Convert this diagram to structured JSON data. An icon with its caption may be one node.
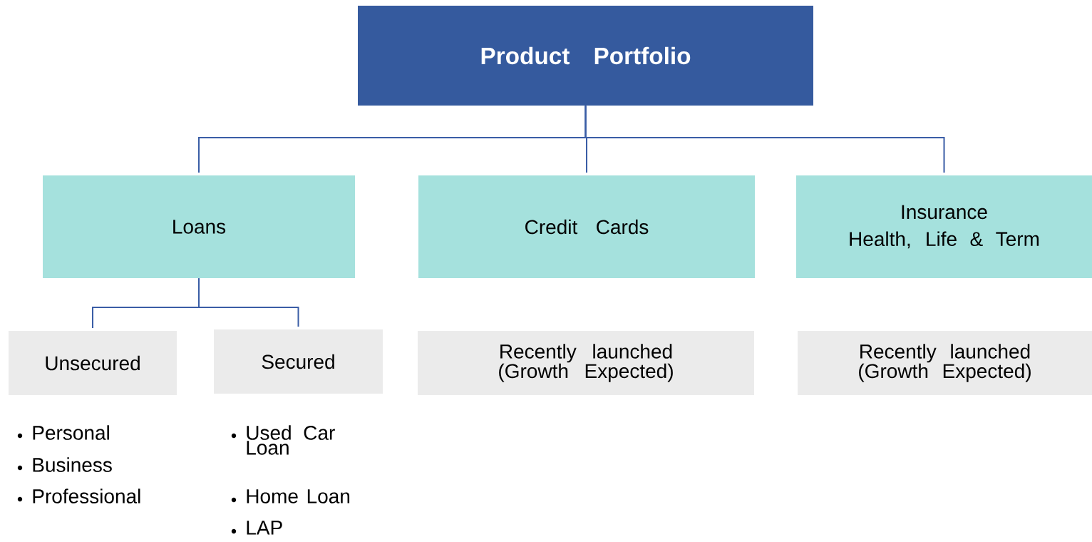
{
  "diagram": {
    "nodes": [
      {
        "text": [
          "Product Portfolio"
        ]
      },
      {
        "text": [
          "Loans"
        ]
      },
      {
        "text": [
          "Credit Cards"
        ]
      },
      {
        "text": [
          "Insurance",
          "Health, Life & Term"
        ]
      },
      {
        "text": [
          "Unsecured"
        ]
      },
      {
        "text": [
          "Secured"
        ]
      },
      {
        "text": [
          "Recently launched (Growth Expected)"
        ]
      },
      {
        "text": [
          "Recently launched (Growth Expected)"
        ]
      }
    ],
    "edges": [
      {
        "from": 0,
        "to": 1,
        "arrow": "none"
      },
      {
        "from": 0,
        "to": 2,
        "arrow": "none"
      },
      {
        "from": 0,
        "to": 3,
        "arrow": "none"
      },
      {
        "from": 1,
        "to": 4,
        "arrow": "none"
      },
      {
        "from": 1,
        "to": 5,
        "arrow": "none"
      }
    ],
    "labels": [
      "Personal",
      "Business",
      "Professional",
      "Used Car Loan",
      "Home Loan",
      "LAP"
    ]
  }
}
